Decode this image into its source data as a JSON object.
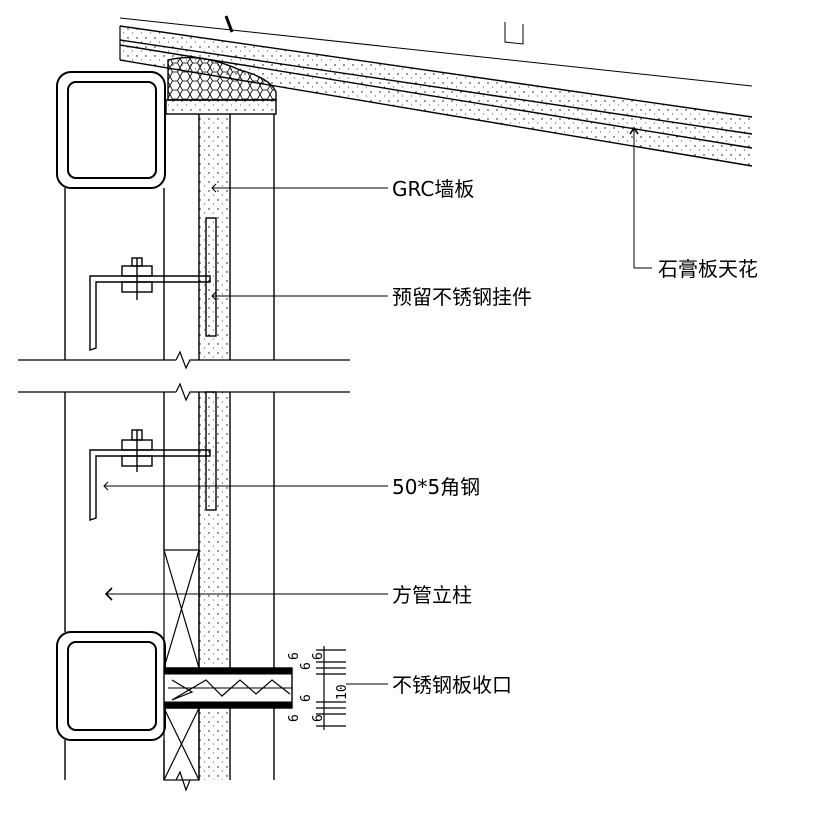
{
  "labels": {
    "grc_panel": "GRC墙板",
    "gypsum_ceiling": "石膏板天花",
    "reserved_fixing": "预留不锈钢挂件",
    "angle_steel": "50*5角钢",
    "square_tube_column": "方管立柱",
    "stainless_edge": "不锈钢板收口"
  },
  "dimensions": {
    "d1": "6",
    "d2": "6",
    "d3": "6",
    "d4": "10",
    "d5": "6",
    "d6": "6",
    "d7": "6"
  },
  "colors": {
    "line": "#000000",
    "background": "#ffffff"
  }
}
